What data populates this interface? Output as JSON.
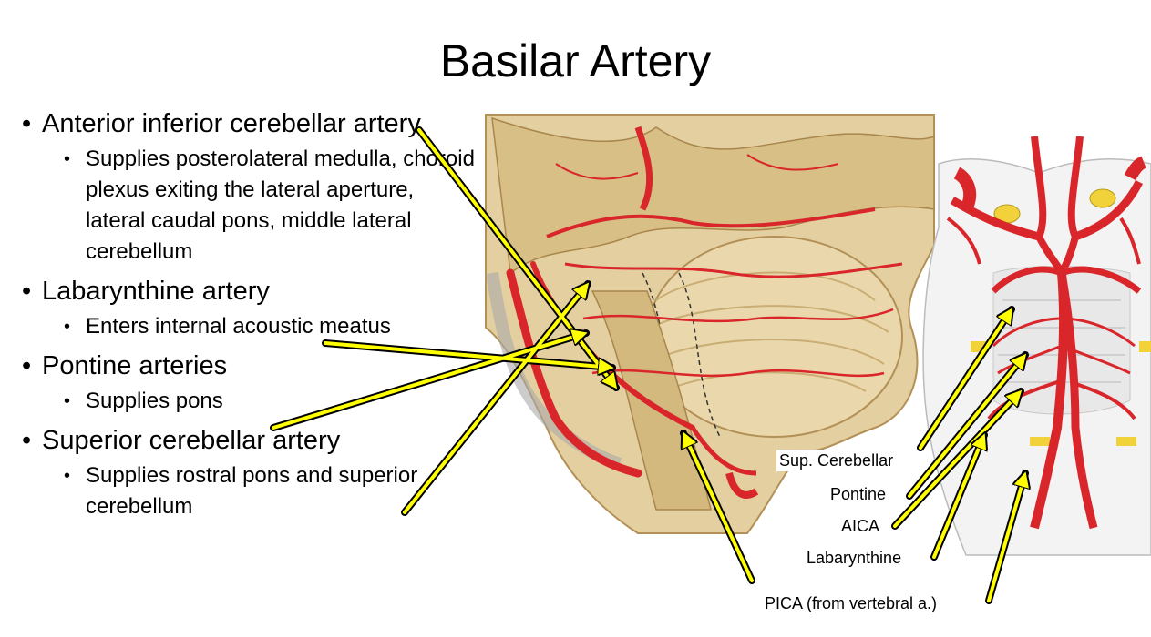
{
  "slide": {
    "title": "Basilar Artery",
    "bullets": [
      {
        "text": "Anterior inferior cerebellar artery",
        "sub": "Supplies posterolateral medulla, choroid plexus exiting the lateral aperture, lateral caudal pons, middle lateral cerebellum"
      },
      {
        "text": "Labarynthine artery",
        "sub": "Enters internal acoustic meatus"
      },
      {
        "text": "Pontine arteries",
        "sub": "Supplies pons"
      },
      {
        "text": "Superior cerebellar artery",
        "sub": "Supplies rostral pons and superior cerebellum"
      }
    ]
  },
  "figure": {
    "labels": {
      "sup_cerebellar": "Sup. Cerebellar",
      "pontine": "Pontine",
      "aica": "AICA",
      "labarynthine": "Labarynthine",
      "pica": "PICA (from vertebral a.)"
    },
    "colors": {
      "arrow": "#ffff00",
      "arrow_outline": "#000000",
      "artery": "#d9262a",
      "tissue": "#e3cf9f",
      "tissue_dark": "#c9ad72",
      "nerve": "#f2d23a"
    }
  }
}
